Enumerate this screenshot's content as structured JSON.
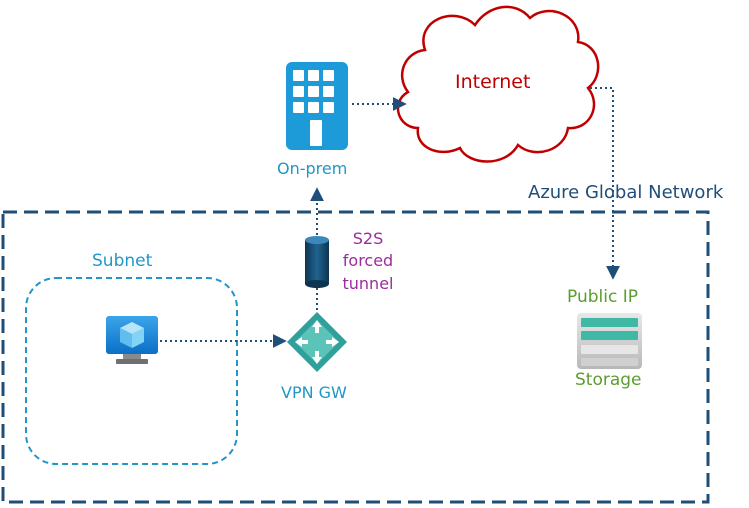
{
  "nodes": {
    "onprem": {
      "label": "On-prem"
    },
    "internet": {
      "label": "Internet"
    },
    "azure_network": {
      "label": "Azure Global Network"
    },
    "subnet": {
      "label": "Subnet"
    },
    "tunnel": {
      "label_lines": [
        "S2S",
        "forced",
        "tunnel"
      ]
    },
    "vpn_gateway": {
      "label": "VPN GW"
    },
    "public_ip": {
      "label": "Public IP"
    },
    "storage": {
      "label": "Storage"
    }
  },
  "colors": {
    "azure_blue": "#2196C9",
    "internet_red": "#C00000",
    "network_navy": "#1F4E79",
    "tunnel_purple": "#9B2C9B",
    "storage_green": "#5A9E2F",
    "vpn_teal": "#2FA09A"
  },
  "icons": {
    "onprem": "building-icon",
    "vm": "virtual-machine-icon",
    "tunnel": "cylinder-tunnel-icon",
    "vpn_gateway": "vpn-gateway-arrows-icon",
    "storage": "storage-account-icon"
  }
}
